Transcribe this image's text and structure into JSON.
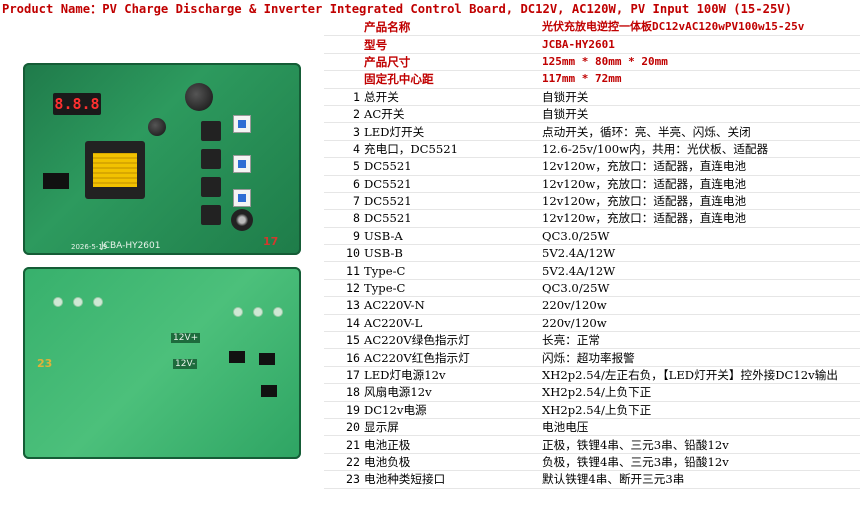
{
  "title": "Product Name：PV Charge Discharge & Inverter Integrated Control Board, DC12V, AC120W, PV Input 100W (15-25V)",
  "board_top": {
    "display": "8.8.8",
    "model_label": "JCBA-HY2601",
    "date_label": "2026-5-19",
    "marker": "17"
  },
  "board_bottom": {
    "label_12v": "12V+",
    "label_12v_neg": "12V-",
    "marker": "23"
  },
  "header_rows": [
    {
      "name": "产品名称",
      "value": "光伏充放电逆控一体板DC12vAC120wPV100w15-25v"
    },
    {
      "name": "型号",
      "value": "JCBA-HY2601"
    },
    {
      "name": "产品尺寸",
      "value": "125mm * 80mm * 20mm"
    },
    {
      "name": "固定孔中心距",
      "value": "117mm * 72mm"
    }
  ],
  "rows": [
    {
      "idx": "1",
      "name": "总开关",
      "value": "自锁开关"
    },
    {
      "idx": "2",
      "name": "AC开关",
      "value": "自锁开关"
    },
    {
      "idx": "3",
      "name": "LED灯开关",
      "value": "点动开关，循环：亮、半亮、闪烁、关闭"
    },
    {
      "idx": "4",
      "name": "充电口，DC5521",
      "value": "12.6-25v/100w内，共用：光伏板、适配器"
    },
    {
      "idx": "5",
      "name": "DC5521",
      "value": "12v120w，充放口：适配器，直连电池"
    },
    {
      "idx": "6",
      "name": "DC5521",
      "value": "12v120w，充放口：适配器，直连电池"
    },
    {
      "idx": "7",
      "name": "DC5521",
      "value": "12v120w，充放口：适配器，直连电池"
    },
    {
      "idx": "8",
      "name": "DC5521",
      "value": "12v120w，充放口：适配器，直连电池"
    },
    {
      "idx": "9",
      "name": "USB-A",
      "value": "QC3.0/25W"
    },
    {
      "idx": "10",
      "name": "USB-B",
      "value": "5V2.4A/12W"
    },
    {
      "idx": "11",
      "name": "Type-C",
      "value": "5V2.4A/12W"
    },
    {
      "idx": "12",
      "name": "Type-C",
      "value": "QC3.0/25W"
    },
    {
      "idx": "13",
      "name": "AC220V-N",
      "value": "220v/120w"
    },
    {
      "idx": "14",
      "name": "AC220V-L",
      "value": "220v/120w"
    },
    {
      "idx": "15",
      "name": "AC220V绿色指示灯",
      "value": "长亮：正常"
    },
    {
      "idx": "16",
      "name": "AC220V红色指示灯",
      "value": "闪烁：超功率报警"
    },
    {
      "idx": "17",
      "name": "LED灯电源12v",
      "value": "XH2p2.54/左正右负，【LED灯开关】控外接DC12v输出"
    },
    {
      "idx": "18",
      "name": "风扇电源12v",
      "value": "XH2p2.54/上负下正"
    },
    {
      "idx": "19",
      "name": "DC12v电源",
      "value": "XH2p2.54/上负下正"
    },
    {
      "idx": "20",
      "name": "显示屏",
      "value": "电池电压"
    },
    {
      "idx": "21",
      "name": "电池正极",
      "value": "正极，铁锂4串、三元3串、铅酸12v"
    },
    {
      "idx": "22",
      "name": "电池负极",
      "value": "负极，铁锂4串、三元3串，铅酸12v"
    },
    {
      "idx": "23",
      "name": "电池种类短接口",
      "value": "默认铁锂4串、断开三元3串"
    }
  ]
}
